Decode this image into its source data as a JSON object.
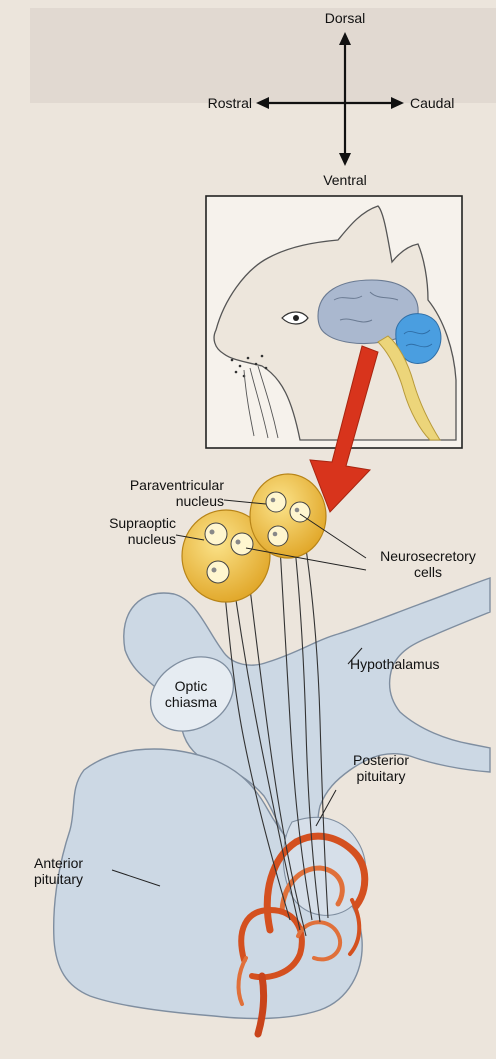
{
  "compass": {
    "dorsal": "Dorsal",
    "ventral": "Ventral",
    "rostral": "Rostral",
    "caudal": "Caudal"
  },
  "labels": {
    "paraventricular_line1": "Paraventricular",
    "paraventricular_line2": "nucleus",
    "supraoptic_line1": "Supraoptic",
    "supraoptic_line2": "nucleus",
    "neurosecretory_line1": "Neurosecretory",
    "neurosecretory_line2": "cells",
    "hypothalamus": "Hypothalamus",
    "optic_line1": "Optic",
    "optic_line2": "chiasma",
    "posterior_line1": "Posterior",
    "posterior_line2": "pituitary",
    "anterior_line1": "Anterior",
    "anterior_line2": "pituitary"
  },
  "colors": {
    "background": "#ece5dc",
    "tissue": "#ccd8e4",
    "tissue_stroke": "#7f8ea0",
    "nucleus_fill": "#f0c53a",
    "arrow_red": "#d8341c",
    "vessel": "#d4501f",
    "brain": "#aab8cf",
    "cerebellum": "#4a9ee0",
    "spinal_cord": "#ecd57a"
  }
}
